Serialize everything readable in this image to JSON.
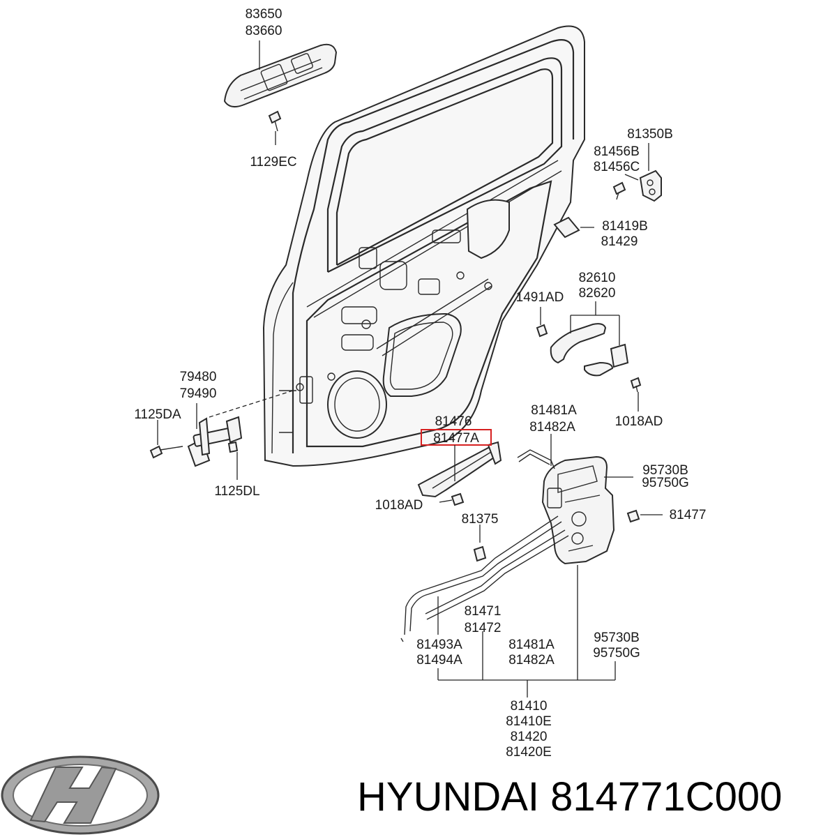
{
  "labels": {
    "l83650": "83650",
    "l83660": "83660",
    "l1129EC": "1129EC",
    "l81350B": "81350B",
    "l81456B": "81456B",
    "l81456C": "81456C",
    "l81419B": "81419B",
    "l81429": "81429",
    "l82610": "82610",
    "l82620": "82620",
    "l1491AD": "1491AD",
    "l1018AD_r": "1018AD",
    "l79480": "79480",
    "l79490": "79490",
    "l1125DA": "1125DA",
    "l1125DL": "1125DL",
    "l81476": "81476",
    "l81477A": "81477A",
    "l1018AD_c": "1018AD",
    "l81375": "81375",
    "l81481A_t": "81481A",
    "l81482A_t": "81482A",
    "l95730B_t": "95730B",
    "l95750G_t": "95750G",
    "l81477": "81477",
    "l81471": "81471",
    "l81472": "81472",
    "l81493A": "81493A",
    "l81494A": "81494A",
    "l81481A_b": "81481A",
    "l81482A_b": "81482A",
    "l95730B_b": "95730B",
    "l95750G_b": "95750G",
    "l81410": "81410",
    "l81410E": "81410E",
    "l81420": "81420",
    "l81420E": "81420E"
  },
  "highlighted_part": "81477A",
  "highlight_color": "#d62020",
  "brand": {
    "name": "HYUNDAI 814771C000",
    "logo_icon": "hyundai-logo"
  }
}
